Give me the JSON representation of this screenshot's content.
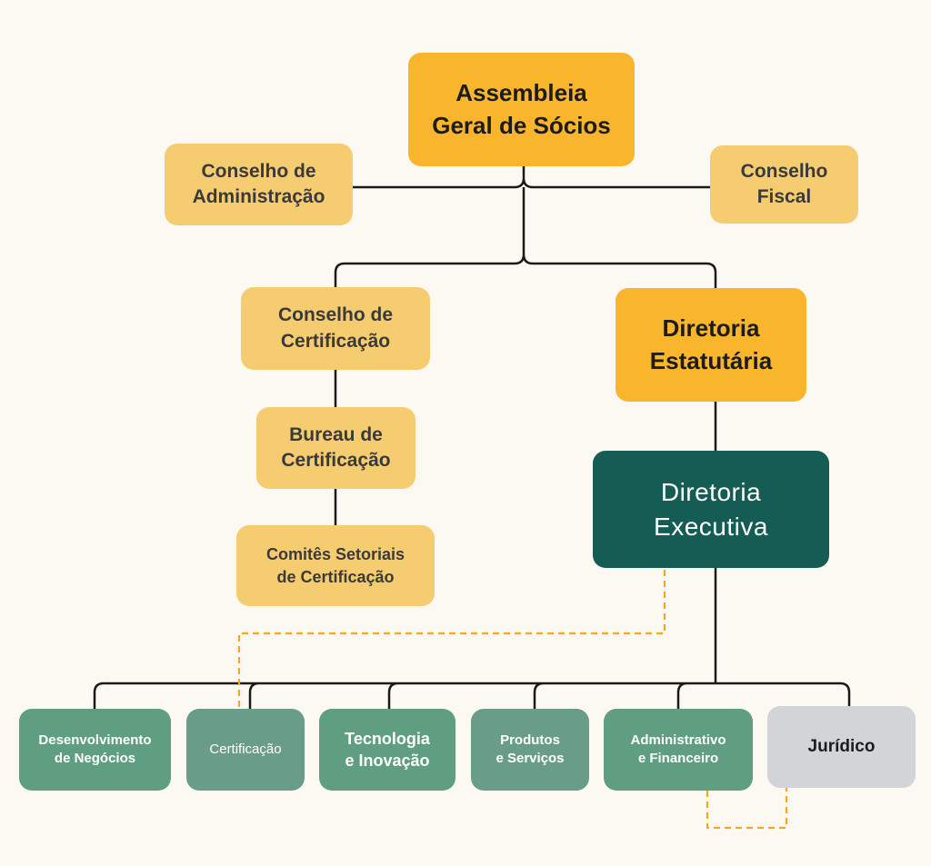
{
  "nodes": {
    "assembleia": [
      "Assembleia",
      "Geral de Sócios"
    ],
    "conselho_administracao": [
      "Conselho de",
      "Administração"
    ],
    "conselho_fiscal": [
      "Conselho",
      "Fiscal"
    ],
    "conselho_certificacao": [
      "Conselho de",
      "Certificação"
    ],
    "diretoria_estatutaria": [
      "Diretoria",
      "Estatutária"
    ],
    "bureau_certificacao": [
      "Bureau de",
      "Certificação"
    ],
    "comites_setoriais": [
      "Comitês Setoriais",
      "de Certificação"
    ],
    "diretoria_executiva": [
      "Diretoria",
      "Executiva"
    ],
    "departamentos": {
      "desenvolvimento": [
        "Desenvolvimento",
        "de Negócios"
      ],
      "certificacao": [
        "Certificação"
      ],
      "tecnologia": [
        "Tecnologia",
        "e Inovação"
      ],
      "produtos": [
        "Produtos",
        "e Serviços"
      ],
      "administrativo": [
        "Administrativo",
        "e Financeiro"
      ],
      "juridico": [
        "Jurídico"
      ]
    }
  },
  "colors": {
    "background": "#fcf9f2",
    "primary_gold": "#f9b52b",
    "light_gold": "#f6cc70",
    "executive_teal": "#155c54",
    "department_green": "#5f9e80",
    "department_green_alt": "#6a9d89",
    "legal_grey": "#d2d4d7",
    "solid_connector": "#1a1a1a",
    "dashed_connector": "#f5a623"
  }
}
